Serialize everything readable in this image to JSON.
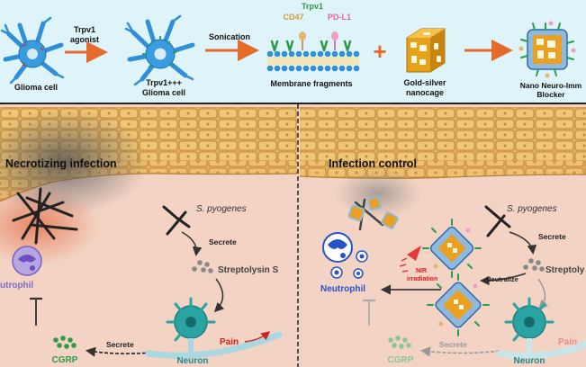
{
  "top": {
    "glioma_cell": "Glioma cell",
    "agonist_line1": "Trpv1",
    "agonist_line2": "agonist",
    "trpv1_cell_line1": "Trpv1+++",
    "trpv1_cell_line2": "Glioma cell",
    "sonication": "Sonication",
    "trpv1": "Trpv1",
    "cd47": "CD47",
    "pdl1": "PD-L1",
    "membrane_fragments": "Membrane fragments",
    "plus": "+",
    "nanocage_line1": "Gold-silver",
    "nanocage_line2": "nanocage",
    "blocker_line1": "Nano Neuro-Imm",
    "blocker_line2": "Blocker"
  },
  "left": {
    "title": "Necrotizing infection",
    "pathogen": "S. pyogenes",
    "secrete1": "Secrete",
    "toxin": "Streptolysin S",
    "neutrophil": "utrophil",
    "cgrp": "CGRP",
    "secrete2": "Secrete",
    "pain": "Pain",
    "neuron": "Neuron"
  },
  "right": {
    "title": "Infection control",
    "pathogen": "S. pyogenes",
    "secrete1": "Secrete",
    "toxin": "Streptoly",
    "neutralize": "Neutralize",
    "nir_line1": "NIR",
    "nir_line2": "irradiation",
    "neutrophil": "Neutrophil",
    "cgrp": "CGRP",
    "secrete2": "Secrete",
    "pain": "Pain",
    "neuron": "Neuron"
  },
  "colors": {
    "top_bg": "#dff4f8",
    "bottom_bg": "#f3d3c3",
    "cell_blue": "#2f8fd8",
    "arrow_orange": "#e46a2e",
    "tissue": "#e8b761",
    "neuron_teal": "#2aa3a3",
    "cgrp_green": "#2e9a4a",
    "neutrophil_blue": "#2a52c8",
    "pain_red": "#d21f1f"
  }
}
